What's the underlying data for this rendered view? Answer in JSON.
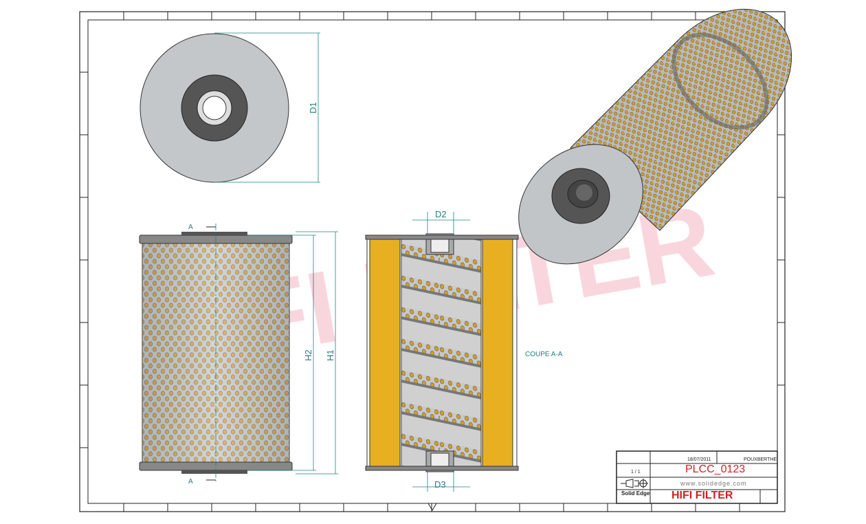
{
  "drawing": {
    "dimensions": {
      "d1": "D1",
      "d2": "D2",
      "d3": "D3",
      "h1": "H1",
      "h2": "H2"
    },
    "section_mark_top": "A",
    "section_mark_bottom": "A",
    "section_label": "COUPE A-A",
    "watermark": "HIFI FILTER"
  },
  "title_block": {
    "date": "18/07/2011",
    "drawn_by": "POUXBERTHE",
    "sheet": "1 / 1",
    "title": "PLCC_0123",
    "website": "www.solidedge.com",
    "software": "Solid Edge",
    "company": "HIFI FILTER"
  },
  "colors": {
    "dimension": "#1f7f7f",
    "filter_media": "#e8b020",
    "title_red": "#cc2222",
    "body_grey": "#b4b8bc"
  }
}
